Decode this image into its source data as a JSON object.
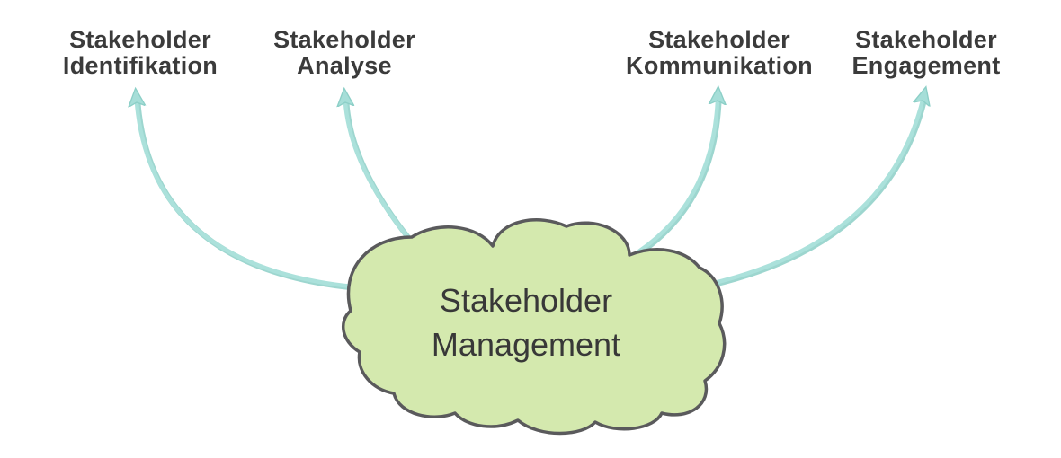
{
  "diagram": {
    "type": "mindmap",
    "center_node": {
      "label": "Stakeholder\nManagement",
      "shape": "cloud"
    },
    "branches": [
      {
        "id": "identifikation",
        "label": "Stakeholder\nIdentifikation"
      },
      {
        "id": "analyse",
        "label": "Stakeholder\nAnalyse"
      },
      {
        "id": "kommunikation",
        "label": "Stakeholder\nKommunikation"
      },
      {
        "id": "engagement",
        "label": "Stakeholder\nEngagement"
      }
    ],
    "icons": [
      {
        "name": "arrow-up-icon",
        "meaning": "curved connector arrow from center node to branch label",
        "count": 4
      }
    ],
    "colors": {
      "background": "#ffffff",
      "cloud_fill": "#d4e9ae",
      "cloud_stroke": "#5a5a5c",
      "arrow": "#a6ded8",
      "arrow_shadow": "#8ccfc7",
      "label_text": "#3b3b3b",
      "center_text": "#383838"
    }
  }
}
